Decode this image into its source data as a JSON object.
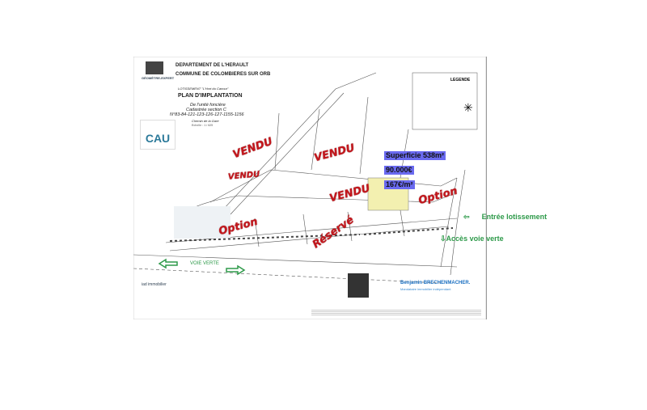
{
  "header": {
    "logo_text": "GÉOMÈTRE-EXPERT",
    "department": "DEPARTEMENT DE L'HERAULT",
    "commune": "COMMUNE DE COLOMBIERES SUR ORB",
    "lotissement": "LOTISSEMENT \"L'Hort du Canour\"",
    "plan_title": "PLAN D'IMPLANTATION",
    "unit": "De l'unité foncière",
    "cadastre": "Cadastrée section C",
    "parcels": "N°83-84-121-123-126-127-1155-1156",
    "place": "Chemin de la Gare",
    "scale": "Echelle : 1 / 625"
  },
  "stamps": {
    "sold": "VENDU",
    "option": "Option",
    "reserved": "Réservé"
  },
  "lot_info": {
    "area": "Superficie 538m²",
    "price": "90.000€",
    "price_per_m2": "167€/m²",
    "highlight_color": "#6a6af0"
  },
  "annotations": {
    "entrance": "Entrée lotissement",
    "green_way_access": "Accès voie verte",
    "green_way": "VOIE VERTE",
    "annotation_color": "#2e9a4a"
  },
  "agent": {
    "first_name": "Benjamin",
    "last_name": "BRECHENMACHER.",
    "role": "Mandataire immobilier indépendant",
    "brand": "iad immobilier"
  },
  "legend": {
    "title": "LEGENDE"
  }
}
